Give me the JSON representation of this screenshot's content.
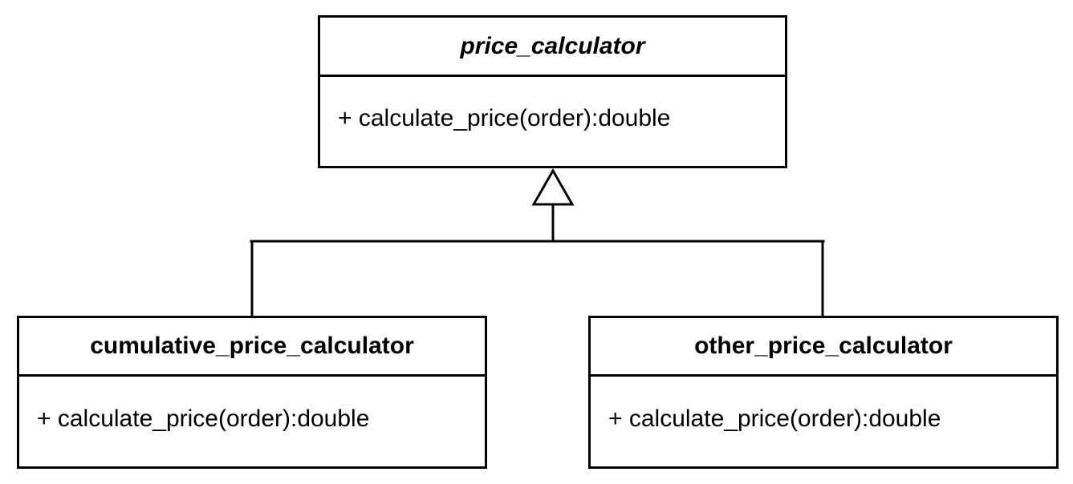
{
  "diagram": {
    "parent": {
      "name": "price_calculator",
      "operation": "+ calculate_price(order):double"
    },
    "children": [
      {
        "name": "cumulative_price_calculator",
        "operation": "+ calculate_price(order):double"
      },
      {
        "name": "other_price_calculator",
        "operation": "+ calculate_price(order):double"
      }
    ]
  }
}
